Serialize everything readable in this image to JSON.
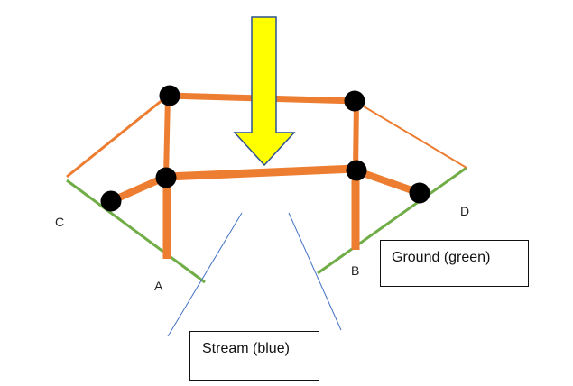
{
  "labels": {
    "a": "A",
    "b": "B",
    "c": "C",
    "d": "D"
  },
  "boxes": {
    "ground": "Ground (green)",
    "stream": "Stream (blue)"
  },
  "colors": {
    "structure": "#ED7D31",
    "joint": "#000000",
    "ground": "#70AD47",
    "stream": "#4472C4",
    "arrow_fill": "#FFFF00",
    "arrow_outline": "#2F528F"
  }
}
